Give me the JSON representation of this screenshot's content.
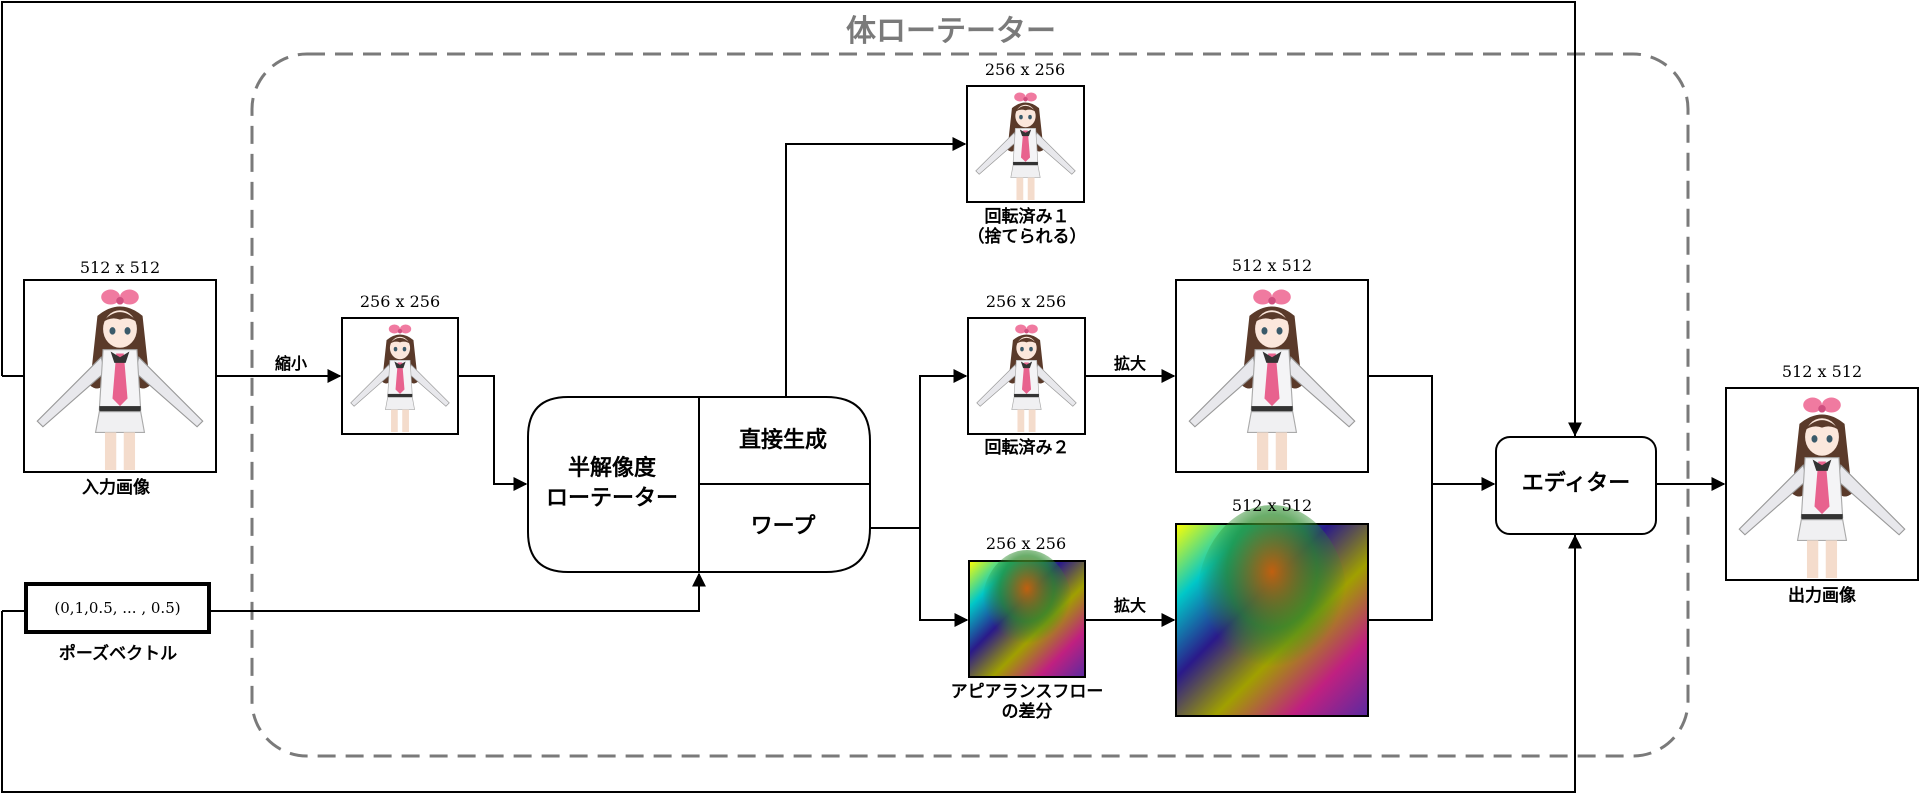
{
  "title": "体ローテーター",
  "nodes": {
    "input": {
      "size": "512 x 512",
      "label": "入力画像"
    },
    "downscaled": {
      "size": "256 x 256"
    },
    "pose_vector": {
      "value": "(0,1,0.5, ... , 0.5)",
      "label": "ポーズベクトル"
    },
    "half_res_rotator": {
      "label_line1": "半解像度",
      "label_line2": "ローテーター"
    },
    "direct_generation": {
      "label": "直接生成"
    },
    "warp": {
      "label": "ワープ"
    },
    "rotated1": {
      "size": "256 x 256",
      "label_line1": "回転済み１",
      "label_line2": "（捨てられる）"
    },
    "rotated2": {
      "size": "256 x 256",
      "label": "回転済み２"
    },
    "flow_small": {
      "size": "256 x 256",
      "label_line1": "アピアランスフロー",
      "label_line2": "の差分"
    },
    "rotated2_up": {
      "size": "512 x 512"
    },
    "flow_up": {
      "size": "512 x 512"
    },
    "editor": {
      "label": "エディター"
    },
    "output": {
      "size": "512 x 512",
      "label": "出力画像"
    }
  },
  "edges": {
    "shrink": "縮小",
    "upscale1": "拡大",
    "upscale2": "拡大"
  },
  "colors": {
    "outer_border": "#000000",
    "dashed_border": "#7a7a7a",
    "title": "#7a7a7a",
    "character_hair": "#5a3a2a",
    "character_ribbon": "#f07aa0",
    "character_tie": "#e8628e"
  }
}
